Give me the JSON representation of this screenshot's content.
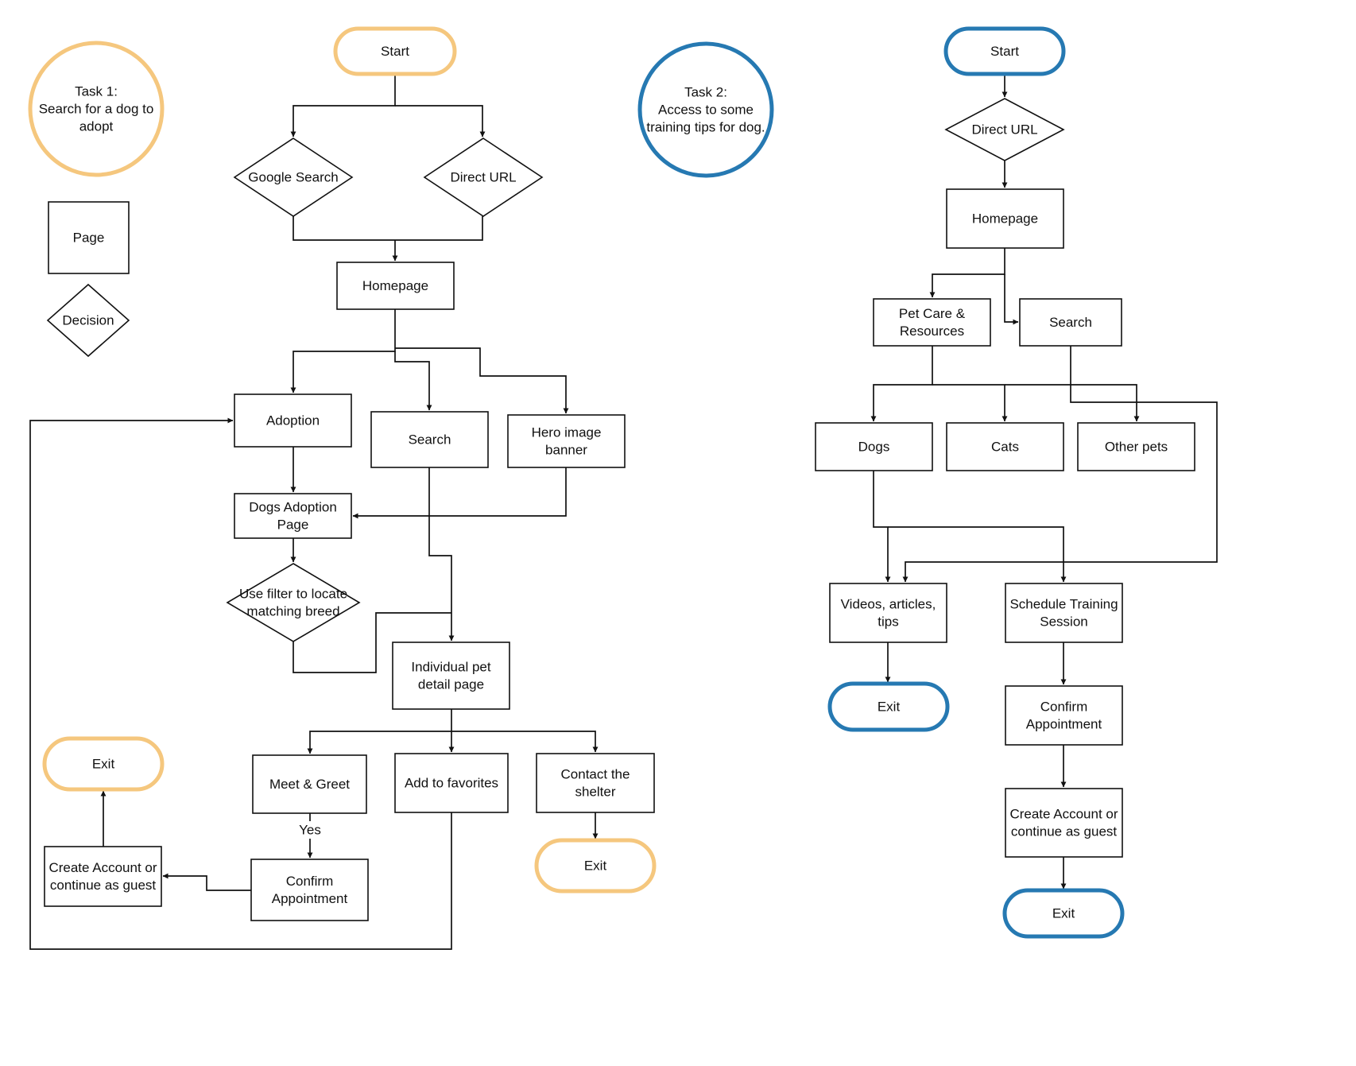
{
  "colors": {
    "task1": "#f5c77e",
    "task2": "#2679b2",
    "line": "#111111"
  },
  "legend": {
    "task1": [
      "Task 1:",
      "Search for a dog to",
      "adopt"
    ],
    "page": [
      "Page"
    ],
    "decision": [
      "Decision"
    ],
    "task2": [
      "Task 2:",
      "Access to some",
      "training tips for dog."
    ]
  },
  "task1": {
    "start": [
      "Start"
    ],
    "google_search": [
      "Google Search"
    ],
    "direct_url": [
      "Direct URL"
    ],
    "homepage": [
      "Homepage"
    ],
    "adoption": [
      "Adoption"
    ],
    "search": [
      "Search"
    ],
    "hero_banner": [
      "Hero image",
      "banner"
    ],
    "dogs_adoption_page": [
      "Dogs Adoption",
      "Page"
    ],
    "use_filter": [
      "Use filter to locate",
      "matching breed"
    ],
    "pet_detail": [
      "Individual pet",
      "detail page"
    ],
    "meet_greet": [
      "Meet & Greet"
    ],
    "add_favorites": [
      "Add to favorites"
    ],
    "contact_shelter": [
      "Contact the",
      "shelter"
    ],
    "exit_contact": [
      "Exit"
    ],
    "confirm_appointment": [
      "Confirm",
      "Appointment"
    ],
    "create_account": [
      "Create Account or",
      "continue as guest"
    ],
    "exit_account": [
      "Exit"
    ],
    "yes_label": "Yes"
  },
  "task2": {
    "start": [
      "Start"
    ],
    "direct_url": [
      "Direct URL"
    ],
    "homepage": [
      "Homepage"
    ],
    "pet_care": [
      "Pet Care &",
      "Resources"
    ],
    "search": [
      "Search"
    ],
    "dogs": [
      "Dogs"
    ],
    "cats": [
      "Cats"
    ],
    "other_pets": [
      "Other pets"
    ],
    "videos": [
      "Videos, articles,",
      "tips"
    ],
    "schedule_training": [
      "Schedule Training",
      "Session"
    ],
    "exit_videos": [
      "Exit"
    ],
    "confirm_appointment": [
      "Confirm",
      "Appointment"
    ],
    "create_account": [
      "Create Account or",
      "continue as guest"
    ],
    "exit_final": [
      "Exit"
    ]
  }
}
